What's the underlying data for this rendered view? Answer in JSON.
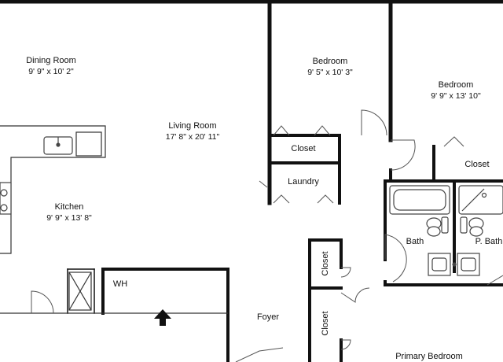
{
  "floorplan": {
    "rooms": [
      {
        "id": "dining-room",
        "name": "Dining Room",
        "dims": "9' 9\" x 10' 2\""
      },
      {
        "id": "living-room",
        "name": "Living Room",
        "dims": "17' 8\" x 20' 11\""
      },
      {
        "id": "bedroom-1",
        "name": "Bedroom",
        "dims": "9' 5\" x 10' 3\""
      },
      {
        "id": "bedroom-2",
        "name": "Bedroom",
        "dims": "9' 9\" x 13' 10\""
      },
      {
        "id": "kitchen",
        "name": "Kitchen",
        "dims": "9' 9\" x 13' 8\""
      },
      {
        "id": "closet-1",
        "name": "Closet"
      },
      {
        "id": "closet-2",
        "name": "Closet"
      },
      {
        "id": "laundry",
        "name": "Laundry"
      },
      {
        "id": "bath",
        "name": "Bath"
      },
      {
        "id": "p-bath",
        "name": "P. Bath"
      },
      {
        "id": "closet-vertical-1",
        "name": "Closet"
      },
      {
        "id": "closet-vertical-2",
        "name": "Closet"
      },
      {
        "id": "wh",
        "name": "WH"
      },
      {
        "id": "foyer",
        "name": "Foyer"
      },
      {
        "id": "primary-bedroom",
        "name": "Primary Bedroom"
      }
    ],
    "icons": {
      "entry": "entry-arrow-icon"
    },
    "colors": {
      "wall": "#111111",
      "fixture": "#555555",
      "background": "#ffffff"
    }
  }
}
